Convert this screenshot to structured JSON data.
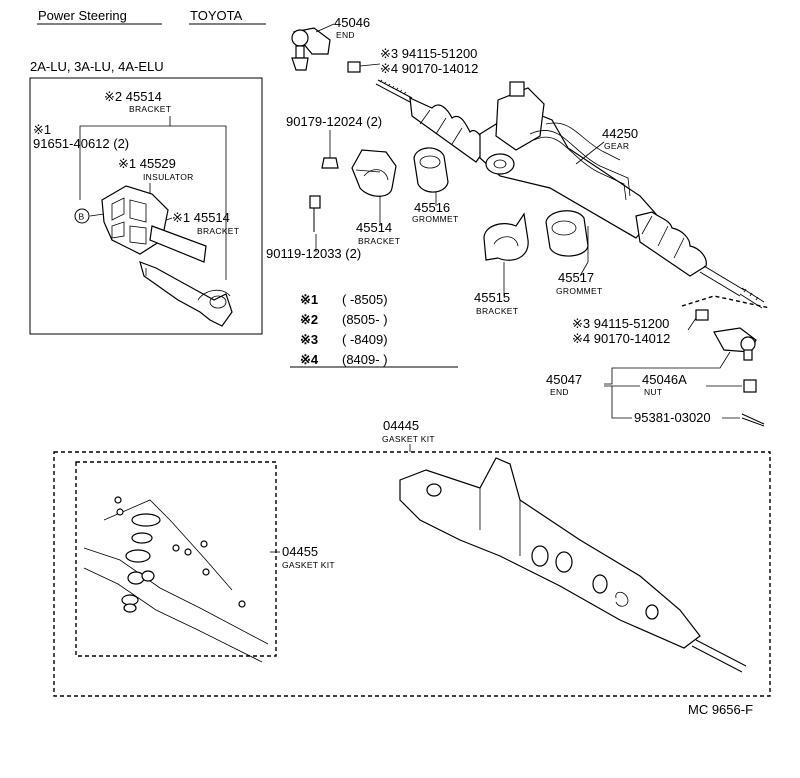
{
  "header": {
    "section": "Power Steering",
    "brand": "TOYOTA"
  },
  "inset": {
    "title": "2A-LU, 3A-LU, 4A-ELU"
  },
  "labels": {
    "p45046": "45046",
    "end1": "END",
    "s94115a": "※3 94115-51200",
    "s90170a": "※4 90170-14012",
    "p45514_2": "※2 45514",
    "bracket1": "BRACKET",
    "s1": "※1",
    "p91651": "91651-40612 (2)",
    "p45529": "※1 45529",
    "insulator": "INSULATOR",
    "p45514_1": "※1 45514",
    "bracket2": "BRACKET",
    "circleB": "B",
    "p90179": "90179-12024 (2)",
    "p44250": "44250",
    "gear": "GEAR",
    "p45516": "45516",
    "grommet1": "GROMMET",
    "p45514": "45514",
    "bracket3": "BRACKET",
    "p90119": "90119-12033 (2)",
    "p45517": "45517",
    "grommet2": "GROMMET",
    "p45515": "45515",
    "bracket4": "BRACKET",
    "s94115b": "※3 94115-51200",
    "s90170b": "※4 90170-14012",
    "p45047": "45047",
    "end2": "END",
    "p45046a": "45046A",
    "nut": "NUT",
    "p95381": "95381-03020",
    "p04445": "04445",
    "gasketkit1": "GASKET KIT",
    "p04455": "04455",
    "gasketkit2": "GASKET KIT",
    "catalog": "MC 9656-F"
  },
  "legend": [
    {
      "mark": "※1",
      "range": "(        -8505)"
    },
    {
      "mark": "※2",
      "range": "(8505-        )"
    },
    {
      "mark": "※3",
      "range": "(        -8409)"
    },
    {
      "mark": "※4",
      "range": "(8409-        )"
    }
  ]
}
